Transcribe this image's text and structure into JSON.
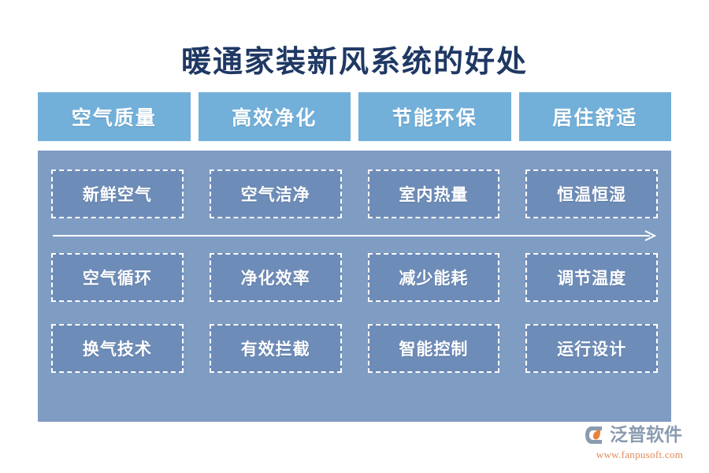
{
  "title": "暖通家装新风系统的好处",
  "colors": {
    "title_text": "#1f3864",
    "header_tab_bg": "#72b0da",
    "panel_bg": "#7f9cc3",
    "cell_bg": "#6e8cb8",
    "cell_border": "#ffffff",
    "page_bg": "#ffffff",
    "logo_text": "#8a9bb0",
    "logo_url": "#e08a5a",
    "logo_mark_gray": "#8a9bb0",
    "logo_mark_orange": "#e8833a"
  },
  "headers": [
    {
      "label": "空气质量"
    },
    {
      "label": "高效净化"
    },
    {
      "label": "节能环保"
    },
    {
      "label": "居住舒适"
    }
  ],
  "rows": [
    {
      "cells": [
        {
          "label": "新鲜空气"
        },
        {
          "label": "空气洁净"
        },
        {
          "label": "室内热量"
        },
        {
          "label": "恒温恒湿"
        }
      ]
    },
    {
      "cells": [
        {
          "label": "空气循环"
        },
        {
          "label": "净化效率"
        },
        {
          "label": "减少能耗"
        },
        {
          "label": "调节温度"
        }
      ]
    },
    {
      "cells": [
        {
          "label": "换气技术"
        },
        {
          "label": "有效拦截"
        },
        {
          "label": "智能控制"
        },
        {
          "label": "运行设计"
        }
      ]
    }
  ],
  "divider": {
    "icon": "right-arrow-icon",
    "direction": "right"
  },
  "logo": {
    "mark_icon": "fanpu-leaf-icon",
    "brand": "泛普软件",
    "url": "www.fanpusoft.com"
  }
}
